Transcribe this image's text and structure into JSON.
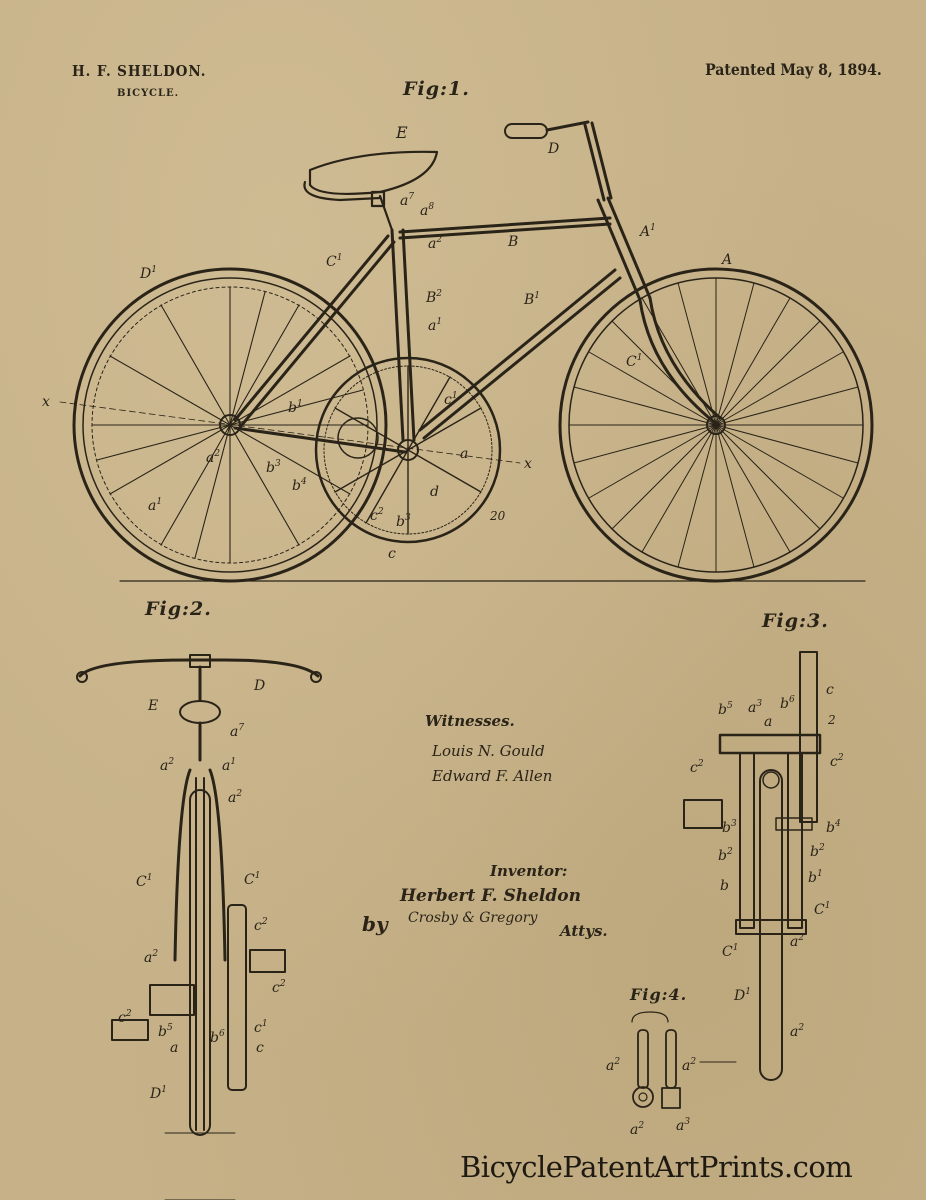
{
  "header": {
    "inventor_name": "H. F. SHELDON.",
    "invention_title": "BICYCLE.",
    "patent_date": "Patented May 8, 1894."
  },
  "figures": [
    {
      "id": "fig1",
      "label": "Fig:1.",
      "description": "Side elevation of bicycle"
    },
    {
      "id": "fig2",
      "label": "Fig:2.",
      "description": "Front elevation of bicycle"
    },
    {
      "id": "fig3",
      "label": "Fig:3.",
      "description": "Detail of crank and drive mechanism"
    },
    {
      "id": "fig4",
      "label": "Fig:4.",
      "description": "Detail of crank arm"
    }
  ],
  "witnesses": {
    "heading": "Witnesses.",
    "names": [
      "Louis N. Gould",
      "Edward F. Allen"
    ]
  },
  "inventor_block": {
    "heading": "Inventor:",
    "name": "Herbert F. Sheldon",
    "by_label": "by",
    "attorneys": "Crosby & Gregory",
    "attys_label": "Attys."
  },
  "reference_labels": {
    "fig1": [
      "E",
      "D",
      "a7",
      "a8",
      "a2",
      "a",
      "A1",
      "B",
      "C1",
      "B2",
      "B1",
      "A",
      "D1",
      "a2",
      "b",
      "c1",
      "C",
      "a",
      "x",
      "x",
      "a2",
      "a2",
      "b3",
      "b4",
      "c2",
      "b3",
      "d",
      "a",
      "c",
      "20"
    ],
    "fig2": [
      "E",
      "D",
      "a7",
      "a2",
      "a1",
      "a2",
      "C1",
      "C1",
      "c2",
      "a2",
      "c2",
      "c2",
      "b5",
      "a",
      "b6",
      "c1",
      "c",
      "D1"
    ],
    "fig3": [
      "c",
      "b5",
      "a3",
      "b6",
      "a",
      "2",
      "c2",
      "c2",
      "b3",
      "b4",
      "b2",
      "b2",
      "b",
      "b1",
      "C1",
      "C1",
      "a2",
      "D1",
      "a2"
    ],
    "fig4": [
      "a2",
      "a2",
      "a2",
      "a3"
    ]
  },
  "watermark": "BicyclePatentArtPrints.com",
  "colors": {
    "paper": "#c6b188",
    "ink": "#2a2418"
  }
}
